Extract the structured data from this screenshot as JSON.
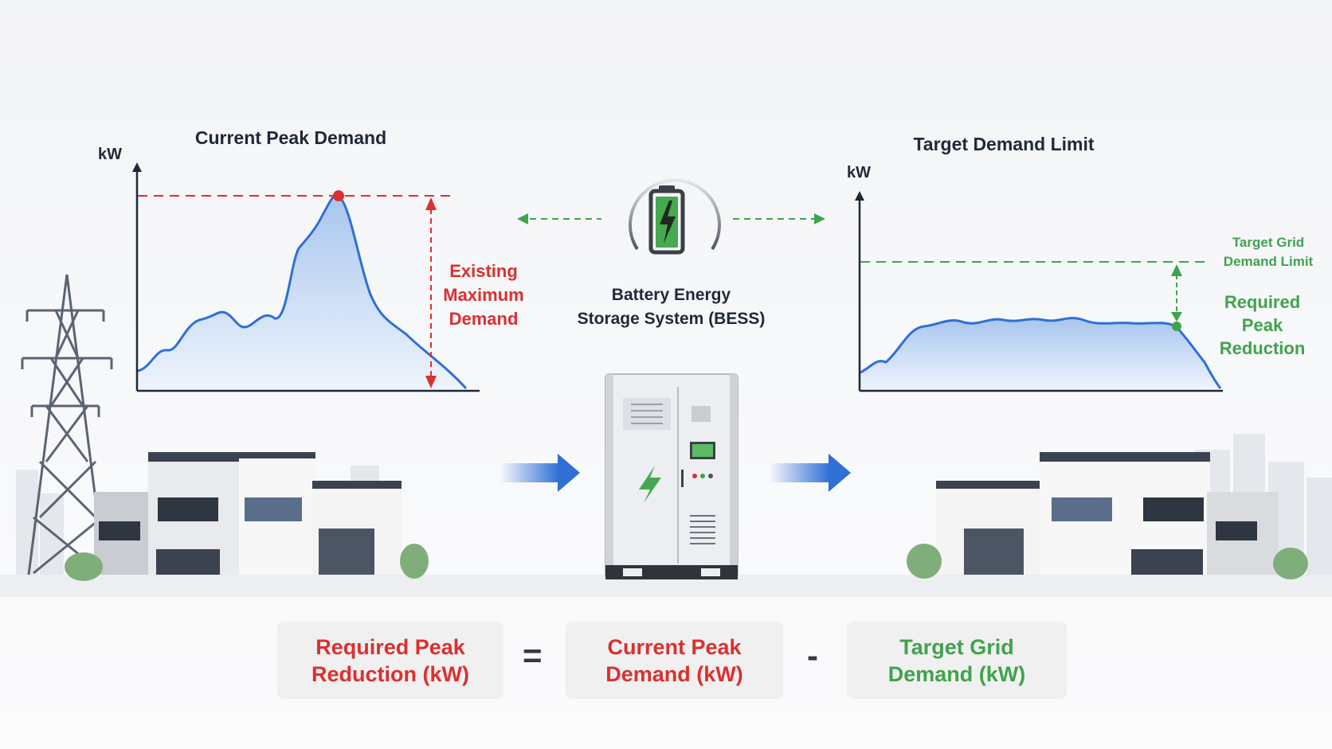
{
  "left_chart": {
    "title": "Current Peak Demand",
    "y_unit": "kW",
    "annotation": [
      "Existing",
      "Maximum",
      "Demand"
    ]
  },
  "center": {
    "bess_label": [
      "Battery Energy",
      "Storage System (BESS)"
    ]
  },
  "right_chart": {
    "title": "Target Demand Limit",
    "y_unit": "kW",
    "limit_label": [
      "Target Grid",
      "Demand Limit"
    ],
    "reduction_label": [
      "Required",
      "Peak",
      "Reduction"
    ]
  },
  "formula": {
    "result": [
      "Required Peak",
      "Reduction (kW)"
    ],
    "equals": "=",
    "term1": [
      "Current Peak",
      "Demand (kW)"
    ],
    "minus": "-",
    "term2": [
      "Target Grid",
      "Demand (kW)"
    ]
  },
  "colors": {
    "red": "#dc2f2f",
    "green": "#3fa34d",
    "blue": "#2f6fd6",
    "text": "#1f2937"
  },
  "icons": [
    "transmission-tower-icon",
    "factory-building-icon",
    "battery-icon",
    "lightning-icon",
    "flow-arrow-icon",
    "bess-cabinet-icon"
  ]
}
